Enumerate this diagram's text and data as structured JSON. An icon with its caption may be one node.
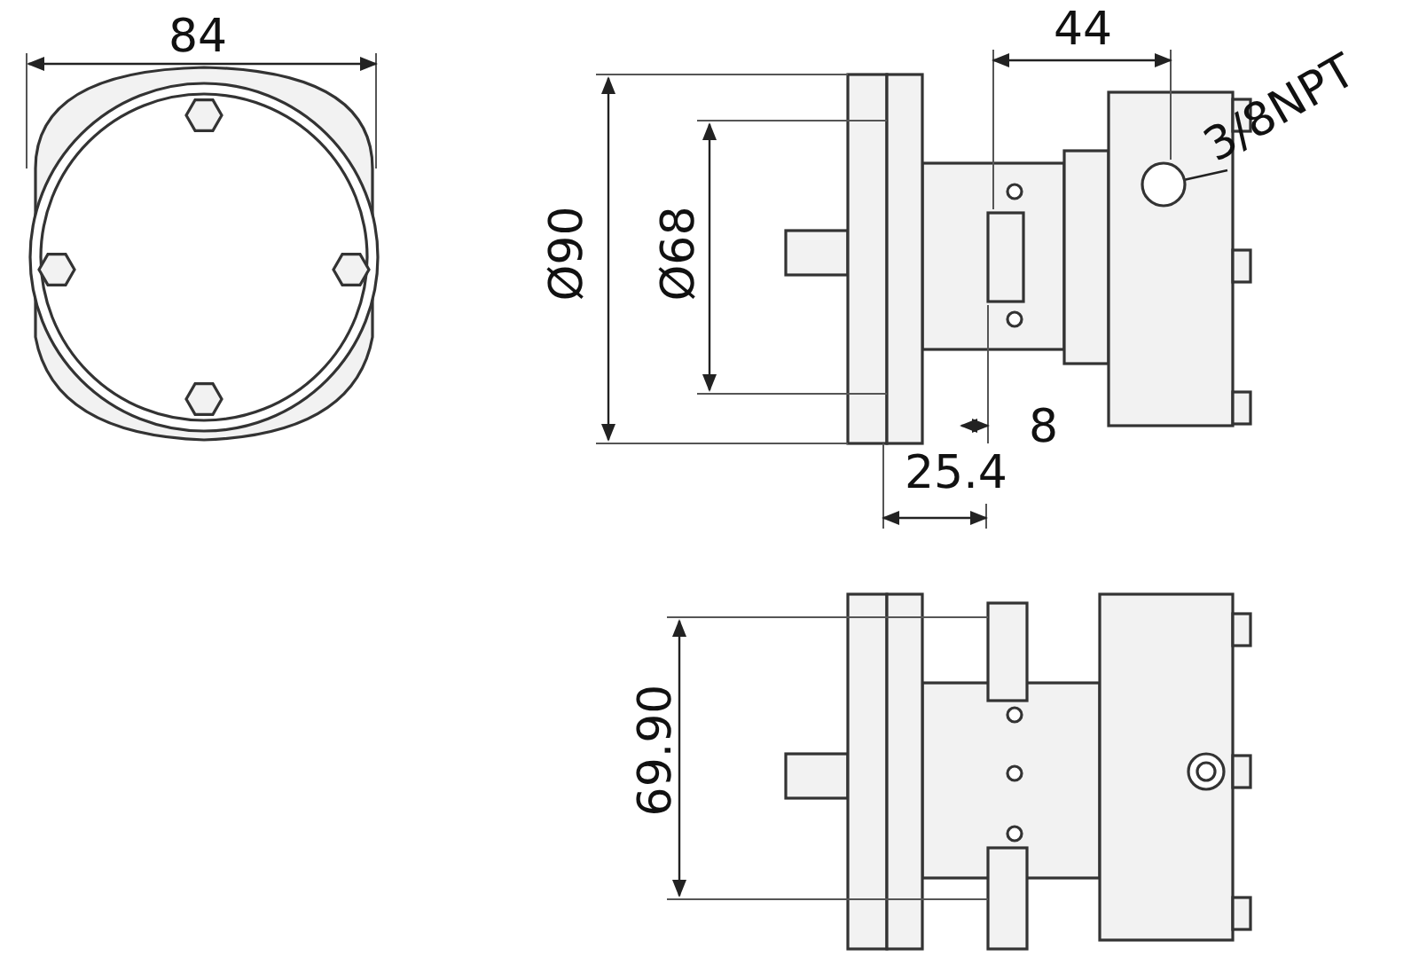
{
  "diagram": {
    "nodes": [
      {
        "text": [
          "3/8NPT"
        ]
      },
      {
        "text": [],
        "shape": "circle"
      }
    ],
    "edges": [
      {
        "from": 0,
        "to": 1,
        "arrow": "none"
      }
    ],
    "labels": [
      "84",
      "44",
      "Ø90",
      "Ø68",
      "8",
      "25.4",
      "69.90"
    ]
  }
}
